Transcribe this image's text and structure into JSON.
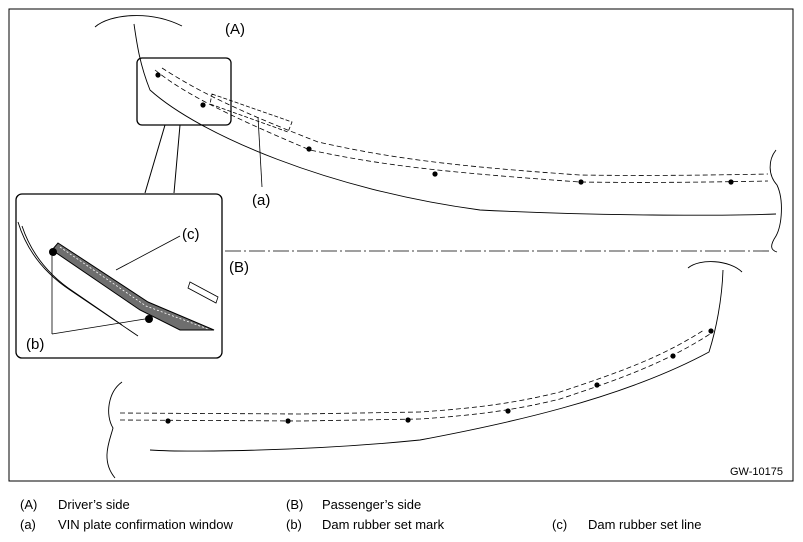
{
  "figure": {
    "label_A": "(A)",
    "label_B": "(B)",
    "label_a": "(a)",
    "label_b": "(b)",
    "label_c": "(c)",
    "code": "GW-10175"
  },
  "legend": [
    {
      "key": "(A)",
      "text": "Driver’s side"
    },
    {
      "key": "(B)",
      "text": "Passenger’s side"
    },
    {
      "key": "(a)",
      "text": "VIN plate confirmation window"
    },
    {
      "key": "(b)",
      "text": "Dam rubber set mark"
    },
    {
      "key": "(c)",
      "text": "Dam rubber set line"
    }
  ]
}
